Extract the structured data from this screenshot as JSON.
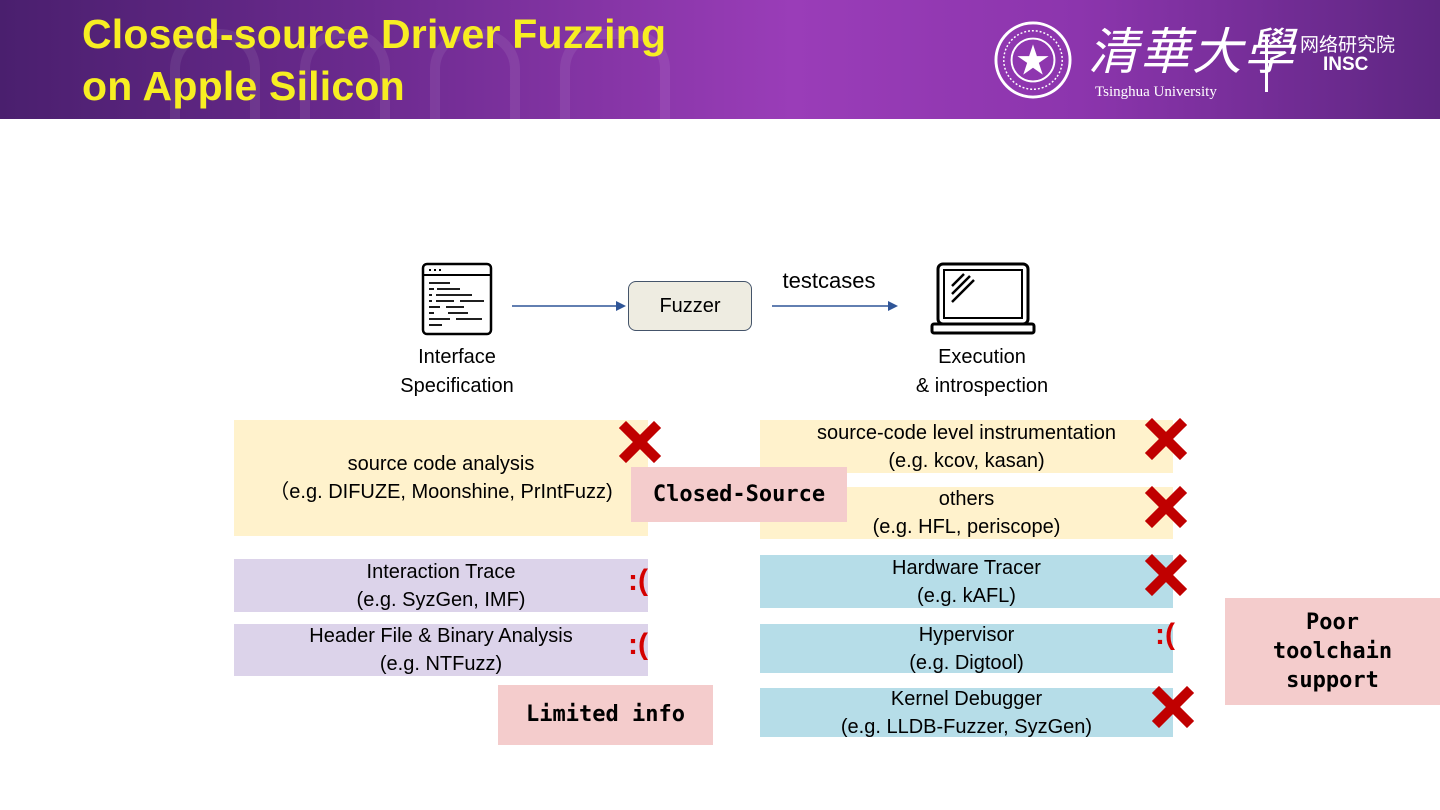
{
  "header": {
    "title_line1": "Closed-source Driver Fuzzing",
    "title_line2": "on Apple Silicon",
    "university_cn": "清華大學",
    "university_en": "Tsinghua University",
    "institute_cn": "网络研究院",
    "institute_en": "INSC"
  },
  "flow": {
    "spec_label_1": "Interface",
    "spec_label_2": "Specification",
    "fuzzer_label": "Fuzzer",
    "edge_label": "testcases",
    "exec_label_1": "Execution",
    "exec_label_2": "& introspection"
  },
  "left": {
    "source_analysis": {
      "line1": "source code analysis",
      "line2": "（e.g. DIFUZE, Moonshine, PrIntFuzz)"
    },
    "interaction_trace": {
      "line1": "Interaction Trace",
      "line2": "(e.g. SyzGen, IMF)"
    },
    "header_binary": {
      "line1": "Header File & Binary Analysis",
      "line2": "(e.g. NTFuzz)"
    },
    "sad_face": ":("
  },
  "right": {
    "source_instr": {
      "line1": "source-code level instrumentation",
      "line2": "(e.g. kcov, kasan)"
    },
    "others": {
      "line1": "others",
      "line2": "(e.g. HFL, periscope)"
    },
    "hw_tracer": {
      "line1": "Hardware Tracer",
      "line2": "(e.g. kAFL)"
    },
    "hypervisor": {
      "line1": "Hypervisor",
      "line2": "(e.g. Digtool)"
    },
    "kernel_dbg": {
      "line1": "Kernel Debugger",
      "line2": "(e.g. LLDB-Fuzzer, SyzGen)"
    },
    "sad_face": ":("
  },
  "callouts": {
    "closed_source": "Closed-Source",
    "limited_info": "Limited info",
    "poor_line1": "Poor",
    "poor_line2": "toolchain",
    "poor_line3": "support"
  },
  "colors": {
    "title": "#f7ee22",
    "yellow_box": "#fff2cc",
    "purple_box": "#dcd3ea",
    "blue_box": "#b6dde8",
    "pink_callout": "#f4cccc",
    "cross": "#c00000",
    "arrow": "#2f5597"
  },
  "icons": {
    "document": "document-icon",
    "laptop": "laptop-icon",
    "cross": "cross-mark-icon",
    "seal": "university-seal-icon"
  }
}
